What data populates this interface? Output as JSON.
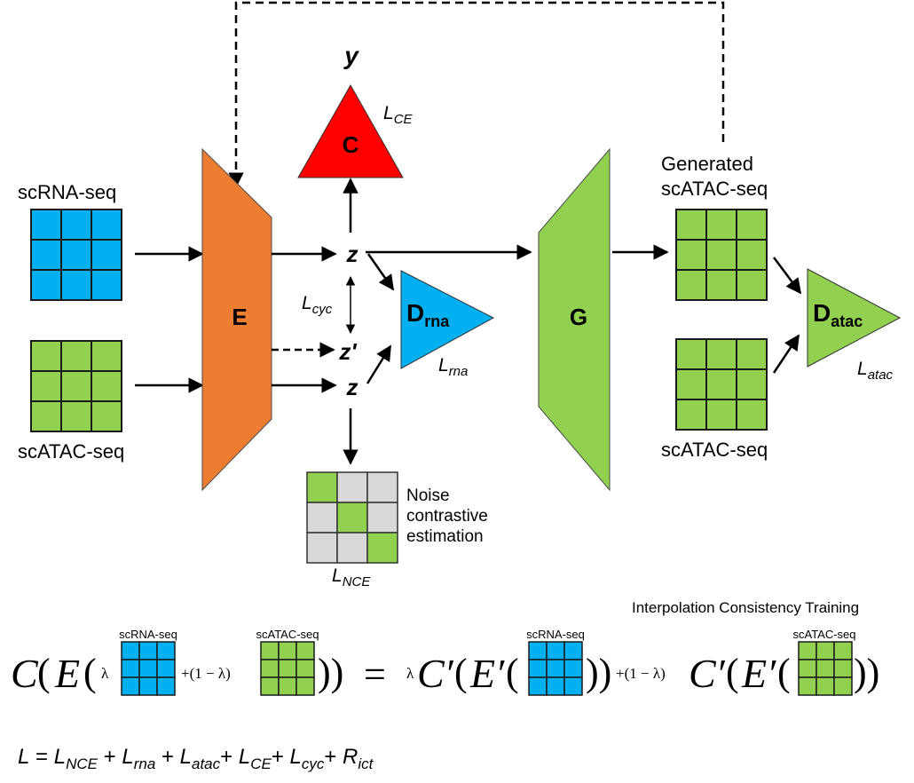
{
  "inputs": {
    "scrna_label": "scRNA-seq",
    "scatac_label": "scATAC-seq"
  },
  "encoder": {
    "label": "E",
    "color": "#ED7D31"
  },
  "generator": {
    "label": "G",
    "color": "#92D050"
  },
  "classifier": {
    "label": "C",
    "color": "#FF0000",
    "output": "y",
    "loss_main": "L",
    "loss_sub": "CE"
  },
  "latents": {
    "z_rna": "z",
    "z_prime": "z'",
    "z_atac": "z",
    "rna_color": "#1CB4E8",
    "atac_color": "#92D050"
  },
  "cycle_loss": {
    "main": "L",
    "sub": "cyc"
  },
  "rna_discriminator": {
    "main": "D",
    "sub": "rna",
    "loss_main": "L",
    "loss_sub": "rna",
    "color": "#00B0F0"
  },
  "atac_discriminator": {
    "main": "D",
    "sub": "atac",
    "loss_main": "L",
    "loss_sub": "atac",
    "color": "#92D050"
  },
  "generated_label": [
    "Generated",
    "scATAC-seq"
  ],
  "real_atac_label": "scATAC-seq",
  "nce": {
    "text": [
      "Noise",
      "contrastive",
      "estimation"
    ],
    "loss_main": "L",
    "loss_sub": "NCE",
    "grid_fill": "#D9D9D9",
    "diag_fill": "#92D050"
  },
  "ict": {
    "title": "Interpolation  Consistency  Training",
    "scrna_small": "scRNA-seq",
    "scatac_small": "scATAC-seq",
    "equation_parts": {
      "c": "C",
      "lparen": "(",
      "e": "E",
      "lambda": "λ",
      "plus_one_minus": "+(1 − λ)",
      "close_two": "))",
      "equals": "=",
      "c_prime": "C′",
      "e_prime": "E′",
      "one_minus": "+(1 − λ)"
    }
  },
  "total_loss": {
    "lhs": "L",
    "terms": [
      {
        "main": "L",
        "sub": "NCE"
      },
      {
        "main": "L",
        "sub": "rna"
      },
      {
        "main": "L",
        "sub": "atac"
      },
      {
        "main": "L",
        "sub": "CE"
      },
      {
        "main": "L",
        "sub": "cyc"
      },
      {
        "main": "R",
        "sub": "ict"
      }
    ]
  },
  "colors": {
    "rna_grid": "#00B0F0",
    "atac_grid": "#92D050",
    "encoder": "#ED7D31",
    "classifier": "#FF0000"
  }
}
